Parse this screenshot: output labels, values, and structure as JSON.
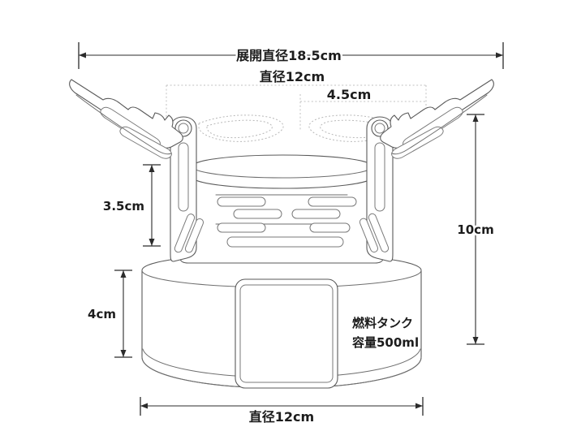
{
  "diagram": {
    "title": "portable-camping-stove-dimension-diagram",
    "product": "folding camp stove with fuel tank",
    "units": "cm",
    "stroke_color": "#5a5a5a",
    "text_color": "#1c1c1c",
    "background": "#ffffff"
  },
  "dimensions": {
    "expanded_diameter": {
      "label": "展開直径18.5cm",
      "value": 18.5,
      "unit": "cm",
      "orientation": "horizontal",
      "position": "top"
    },
    "top_diameter": {
      "label": "直径12cm",
      "value": 12,
      "unit": "cm",
      "orientation": "horizontal",
      "position": "upper-middle"
    },
    "inner_width": {
      "label": "4.5cm",
      "value": 4.5,
      "unit": "cm",
      "orientation": "horizontal",
      "position": "upper-right"
    },
    "burner_height": {
      "label": "3.5cm",
      "value": 3.5,
      "unit": "cm",
      "orientation": "vertical",
      "position": "left"
    },
    "tank_height": {
      "label": "4cm",
      "value": 4,
      "unit": "cm",
      "orientation": "vertical",
      "position": "lower-left"
    },
    "total_height": {
      "label": "10cm",
      "value": 10,
      "unit": "cm",
      "orientation": "vertical",
      "position": "right"
    },
    "base_diameter": {
      "label": "直径12cm",
      "value": 12,
      "unit": "cm",
      "orientation": "horizontal",
      "position": "bottom"
    }
  },
  "annotations": {
    "fuel_tank_line1": "燃料タンク",
    "fuel_tank_line2": "容量500ml",
    "fuel_capacity_ml": 500
  },
  "parts": [
    {
      "name": "pot-support-arm-left",
      "kind": "folding arm"
    },
    {
      "name": "pot-support-arm-right",
      "kind": "folding arm"
    },
    {
      "name": "pivot-post-left",
      "kind": "vertical post with pivot"
    },
    {
      "name": "pivot-post-right",
      "kind": "vertical post with pivot"
    },
    {
      "name": "burner-ring",
      "kind": "burner head"
    },
    {
      "name": "burner-body",
      "kind": "vented housing"
    },
    {
      "name": "fuel-tank",
      "kind": "cylinder"
    },
    {
      "name": "tank-front-panel",
      "kind": "rounded square panel"
    }
  ]
}
